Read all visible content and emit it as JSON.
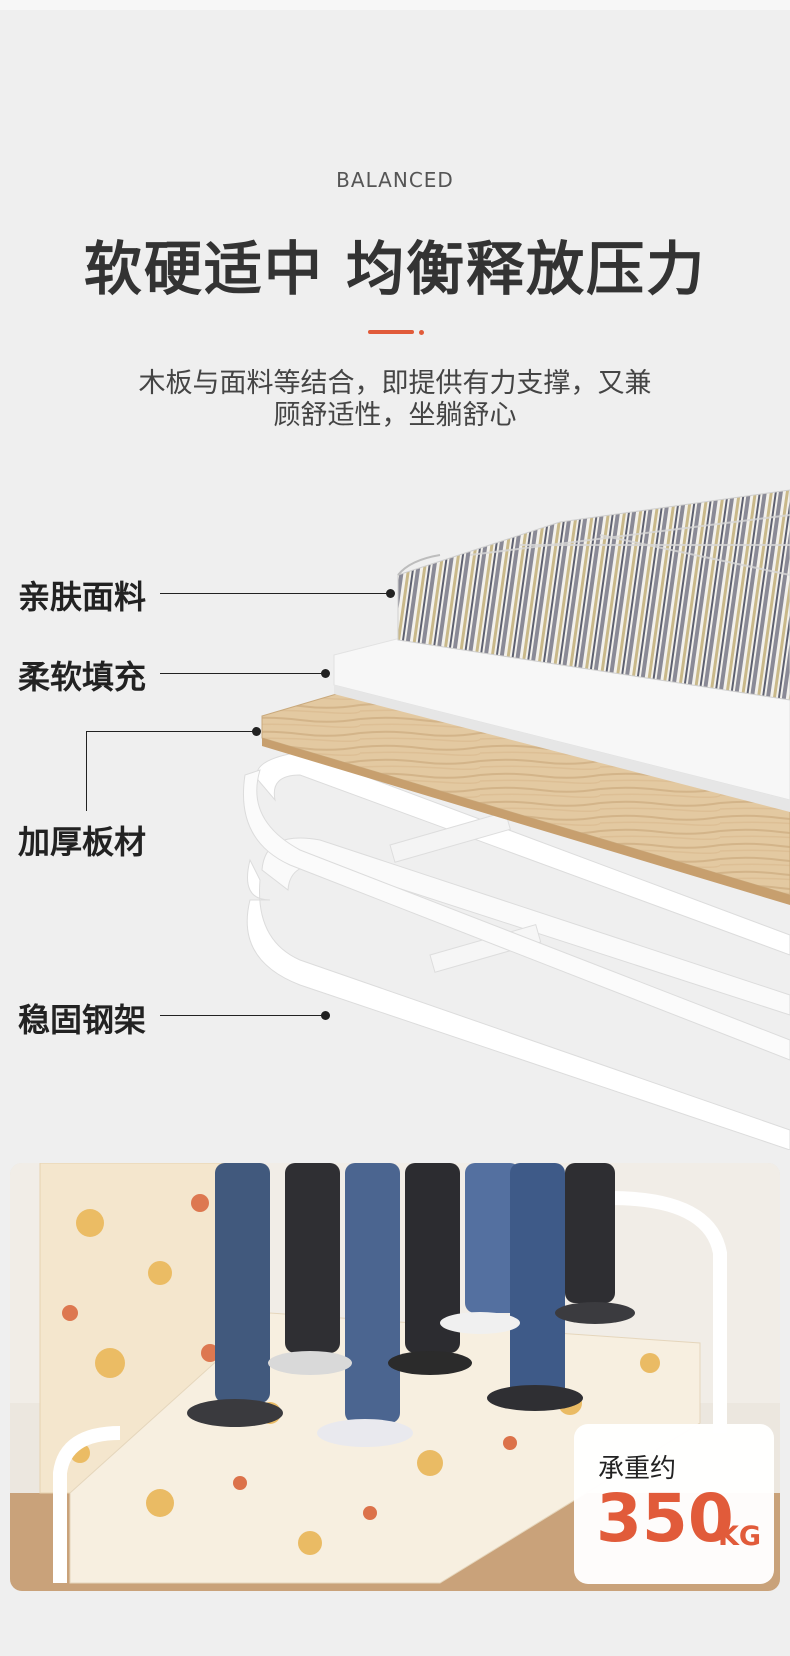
{
  "header": {
    "eyebrow": "BALANCED",
    "headline": "软硬适中 均衡释放压力",
    "subtitle_line1": "木板与面料等结合，即提供有力支撑，又兼",
    "subtitle_line2": "顾舒适性，坐躺舒心"
  },
  "layers": [
    {
      "label": "亲肤面料"
    },
    {
      "label": "柔软填充"
    },
    {
      "label": "加厚板材"
    },
    {
      "label": "稳固钢架"
    }
  ],
  "load_badge": {
    "label": "承重约",
    "value": "350",
    "unit": "KG"
  },
  "colors": {
    "accent": "#e15b3a",
    "background": "#efefef",
    "text": "#333333"
  }
}
